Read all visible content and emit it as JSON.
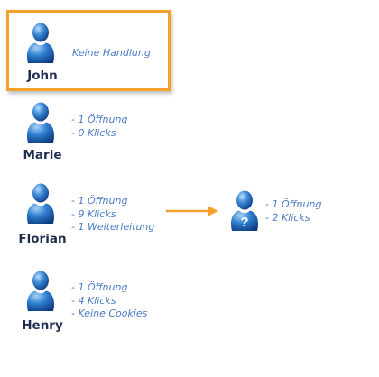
{
  "colors": {
    "highlight_border": "#f5a02a",
    "arrow": "#f5a02a",
    "name_text": "#1f2d4e",
    "stat_text": "#4a7cc0",
    "avatar_light": "#8ec3f2",
    "avatar_mid": "#2f7fd0",
    "avatar_dark": "#0f3f86"
  },
  "people": [
    {
      "name": "John",
      "stats": [
        "Keine Handlung"
      ]
    },
    {
      "name": "Marie",
      "stats": [
        "- 1 Öffnung",
        "- 0 Klicks"
      ]
    },
    {
      "name": "Florian",
      "stats": [
        "- 1 Öffnung",
        "- 9 Klicks",
        "- 1 Weiterleitung"
      ]
    },
    {
      "name": "Henry",
      "stats": [
        "- 1 Öffnung",
        "- 4 Klicks",
        "- Keine Cookies"
      ]
    }
  ],
  "unknown": {
    "icon": "unknown-user-icon",
    "mark": "?",
    "stats": [
      "- 1 Öffnung",
      "- 2 Klicks"
    ]
  },
  "arrow_icon": "arrow-right-icon"
}
